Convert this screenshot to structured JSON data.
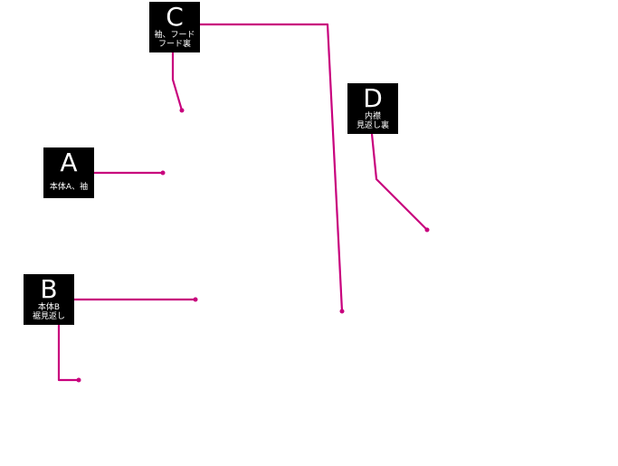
{
  "accent_color": "#c8007d",
  "labels": {
    "a": {
      "letter": "A",
      "lines": [
        "本体A、袖"
      ]
    },
    "b": {
      "letter": "B",
      "lines": [
        "本体B",
        "裾見返し"
      ]
    },
    "c": {
      "letter": "C",
      "lines": [
        "袖、フード",
        "フード裏"
      ]
    },
    "d": {
      "letter": "D",
      "lines": [
        "内襟",
        "見返し裏"
      ]
    }
  }
}
